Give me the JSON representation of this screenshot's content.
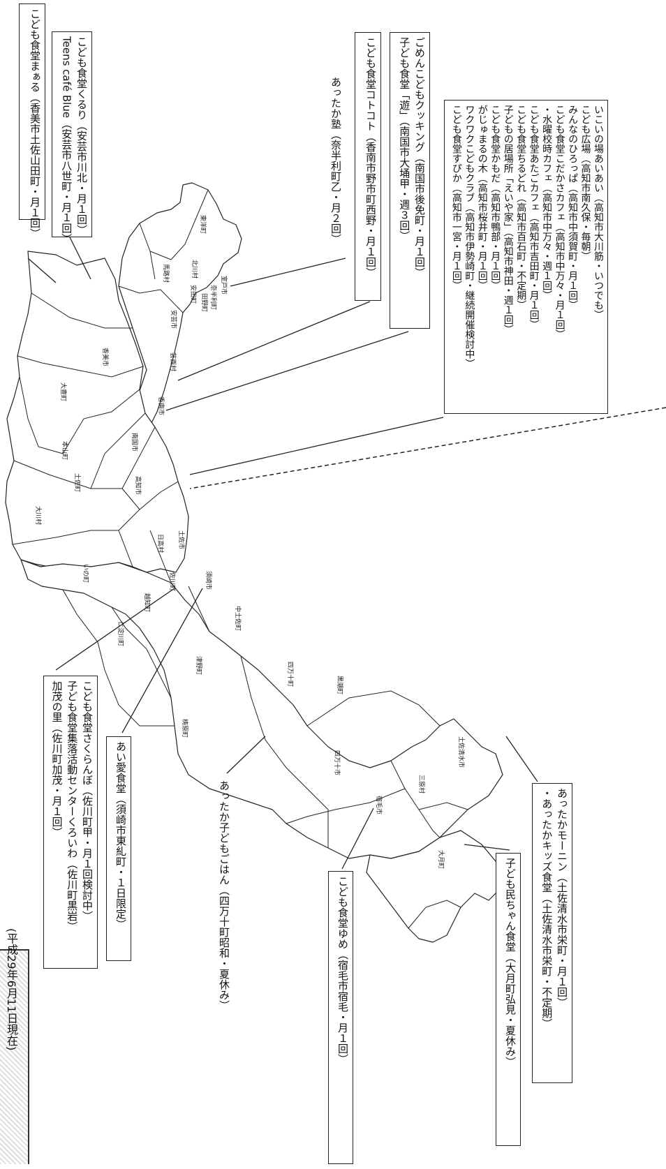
{
  "header": {
    "date": "(平成29年6月11日現在)"
  },
  "map": {
    "municipalities": [
      {
        "id": "toyo",
        "label": "東洋町"
      },
      {
        "id": "kitagawa",
        "label": "北川村"
      },
      {
        "id": "muroto",
        "label": "室戸市"
      },
      {
        "id": "umaji",
        "label": "馬路村"
      },
      {
        "id": "yasuda",
        "label": "安田町"
      },
      {
        "id": "tano",
        "label": "田野町"
      },
      {
        "id": "nahari",
        "label": "奈半利町"
      },
      {
        "id": "aki",
        "label": "安芸市"
      },
      {
        "id": "geisei",
        "label": "芸西村"
      },
      {
        "id": "kami",
        "label": "香美市"
      },
      {
        "id": "otoyo",
        "label": "大豊町"
      },
      {
        "id": "konan",
        "label": "香南市"
      },
      {
        "id": "nankoku",
        "label": "南国市"
      },
      {
        "id": "motoyama",
        "label": "本山町"
      },
      {
        "id": "tosacho",
        "label": "土佐町"
      },
      {
        "id": "okawa",
        "label": "大川村"
      },
      {
        "id": "kochi",
        "label": "高知市"
      },
      {
        "id": "ino",
        "label": "いの町"
      },
      {
        "id": "hidaka",
        "label": "日高村"
      },
      {
        "id": "tosashi",
        "label": "土佐市"
      },
      {
        "id": "sakawa",
        "label": "佐川町"
      },
      {
        "id": "ochi",
        "label": "越知町"
      },
      {
        "id": "susaki",
        "label": "須崎市"
      },
      {
        "id": "niyodogawa",
        "label": "仁淀川町"
      },
      {
        "id": "nakatosa",
        "label": "中土佐町"
      },
      {
        "id": "tsuno",
        "label": "津野町"
      },
      {
        "id": "shimanto_cho",
        "label": "四万十町"
      },
      {
        "id": "yusuhara",
        "label": "梼原町"
      },
      {
        "id": "kuroshio",
        "label": "黒潮町"
      },
      {
        "id": "shimanto_shi",
        "label": "四万十市"
      },
      {
        "id": "mihara",
        "label": "三原村"
      },
      {
        "id": "tosashimizu",
        "label": "土佐清水市"
      },
      {
        "id": "sukumo",
        "label": "宿毛市"
      },
      {
        "id": "otsuki",
        "label": "大月町"
      }
    ]
  },
  "callouts": {
    "kami_maaru": "こども食堂まぁる（香美市土佐山田町・月１回）",
    "aki": [
      "こども食堂くるり（安芸市川北・月１回）",
      "Teens café Blue（安芸市八世町・月１回）"
    ],
    "nahari": "あったか塾（奈半利町乙・月２回）",
    "kotokoto": "こども食堂コトコト（香南市野市町西野・月１回）",
    "nankoku": [
      "ごめんこどもクッキング（南国市後免町・月１回）",
      "子ども食堂「遊」（南国市大埇甲・週３回）"
    ],
    "kochi": [
      "いこいの場あいあい（高知市大川筋・いつでも）",
      "こども広場（高知市南久保・毎朝）",
      "みんなのひろっぱ（高知市中須賀町・月１回）",
      "こども食堂こだかさカフェ（高知市中万々・月１回）",
      "・水曜校時カフェ（高知市中万々・週１回）",
      "こども食堂あたごカフェ（高知市吉田町・月１回）",
      "こども食堂ちるどれ（高知市百石町・不定期）",
      "子どもの居場所「えいや家」（高知市神田・週１回）",
      "こども食堂かもだ（高知市鴨部・月１回）",
      "がじゅまるの木（高知市桜井町・月１回）",
      "ワクワクこどもクラブ（高知市伊勢崎町・継続開催検討中）",
      "こども食堂すぴか（高知市一宮・月１回）"
    ],
    "sakawa": [
      "こども食堂さくらんぼ（佐川町甲・月１回検討中）",
      "子ども食堂集落活動センターくろいわ（佐川町黒岩）",
      "加茂の里（佐川町加茂・月１回）"
    ],
    "susaki": "あい愛食堂（須崎市東糺町・１日限定）",
    "shimanto_cho": "あったか子どもごはん（四万十町昭和・夏休み）",
    "sukumo": "こども食堂ゆめ（宿毛市宿毛・月１回）",
    "otsuki": "子ども民ちゃん食堂（大月町弘見・夏休み）",
    "tosashimizu": [
      "あったかモーニン（土佐清水市栄町・月１回）",
      "・あったかキッズ食堂（土佐清水市栄町・不定期）"
    ]
  }
}
